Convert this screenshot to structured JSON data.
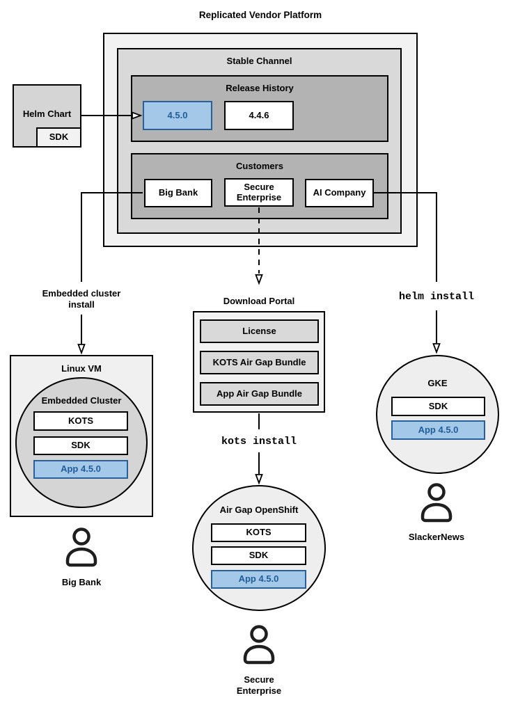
{
  "colors": {
    "blue_fill": "#a4c9e8",
    "blue_border": "#2a6099",
    "blue_text": "#1f5c99",
    "gray_outer": "#f2f2f2",
    "gray_mid": "#d9d9d9",
    "gray_dark": "#b3b3b3"
  },
  "platform": {
    "title": "Replicated Vendor Platform",
    "stable_channel": {
      "title": "Stable Channel"
    },
    "release_history": {
      "title": "Release History",
      "releases": [
        {
          "label": "4.5.0",
          "highlighted": true
        },
        {
          "label": "4.4.6",
          "highlighted": false
        }
      ]
    },
    "customers": {
      "title": "Customers",
      "items": [
        {
          "label": "Big Bank"
        },
        {
          "label": "Secure Enterprise"
        },
        {
          "label": "AI Company"
        }
      ]
    }
  },
  "helm_chart": {
    "label": "Helm Chart",
    "sdk": "SDK"
  },
  "flows": {
    "embedded_install_label": "Embedded cluster install",
    "kots_install_cmd": "kots install",
    "helm_install_cmd": "helm install"
  },
  "download_portal": {
    "title": "Download Portal",
    "items": [
      {
        "label": "License"
      },
      {
        "label": "KOTS Air Gap Bundle"
      },
      {
        "label": "App Air Gap Bundle"
      }
    ]
  },
  "linux_vm": {
    "title": "Linux VM",
    "cluster": {
      "title": "Embedded Cluster",
      "items": [
        {
          "label": "KOTS"
        },
        {
          "label": "SDK"
        }
      ],
      "app": "App 4.5.0"
    }
  },
  "openshift": {
    "title": "Air Gap OpenShift",
    "items": [
      {
        "label": "KOTS"
      },
      {
        "label": "SDK"
      }
    ],
    "app": "App 4.5.0"
  },
  "gke": {
    "title": "GKE",
    "items": [
      {
        "label": "SDK"
      }
    ],
    "app": "App 4.5.0"
  },
  "users": {
    "big_bank": "Big Bank",
    "secure_enterprise": "Secure Enterprise",
    "slackernews": "SlackerNews"
  }
}
